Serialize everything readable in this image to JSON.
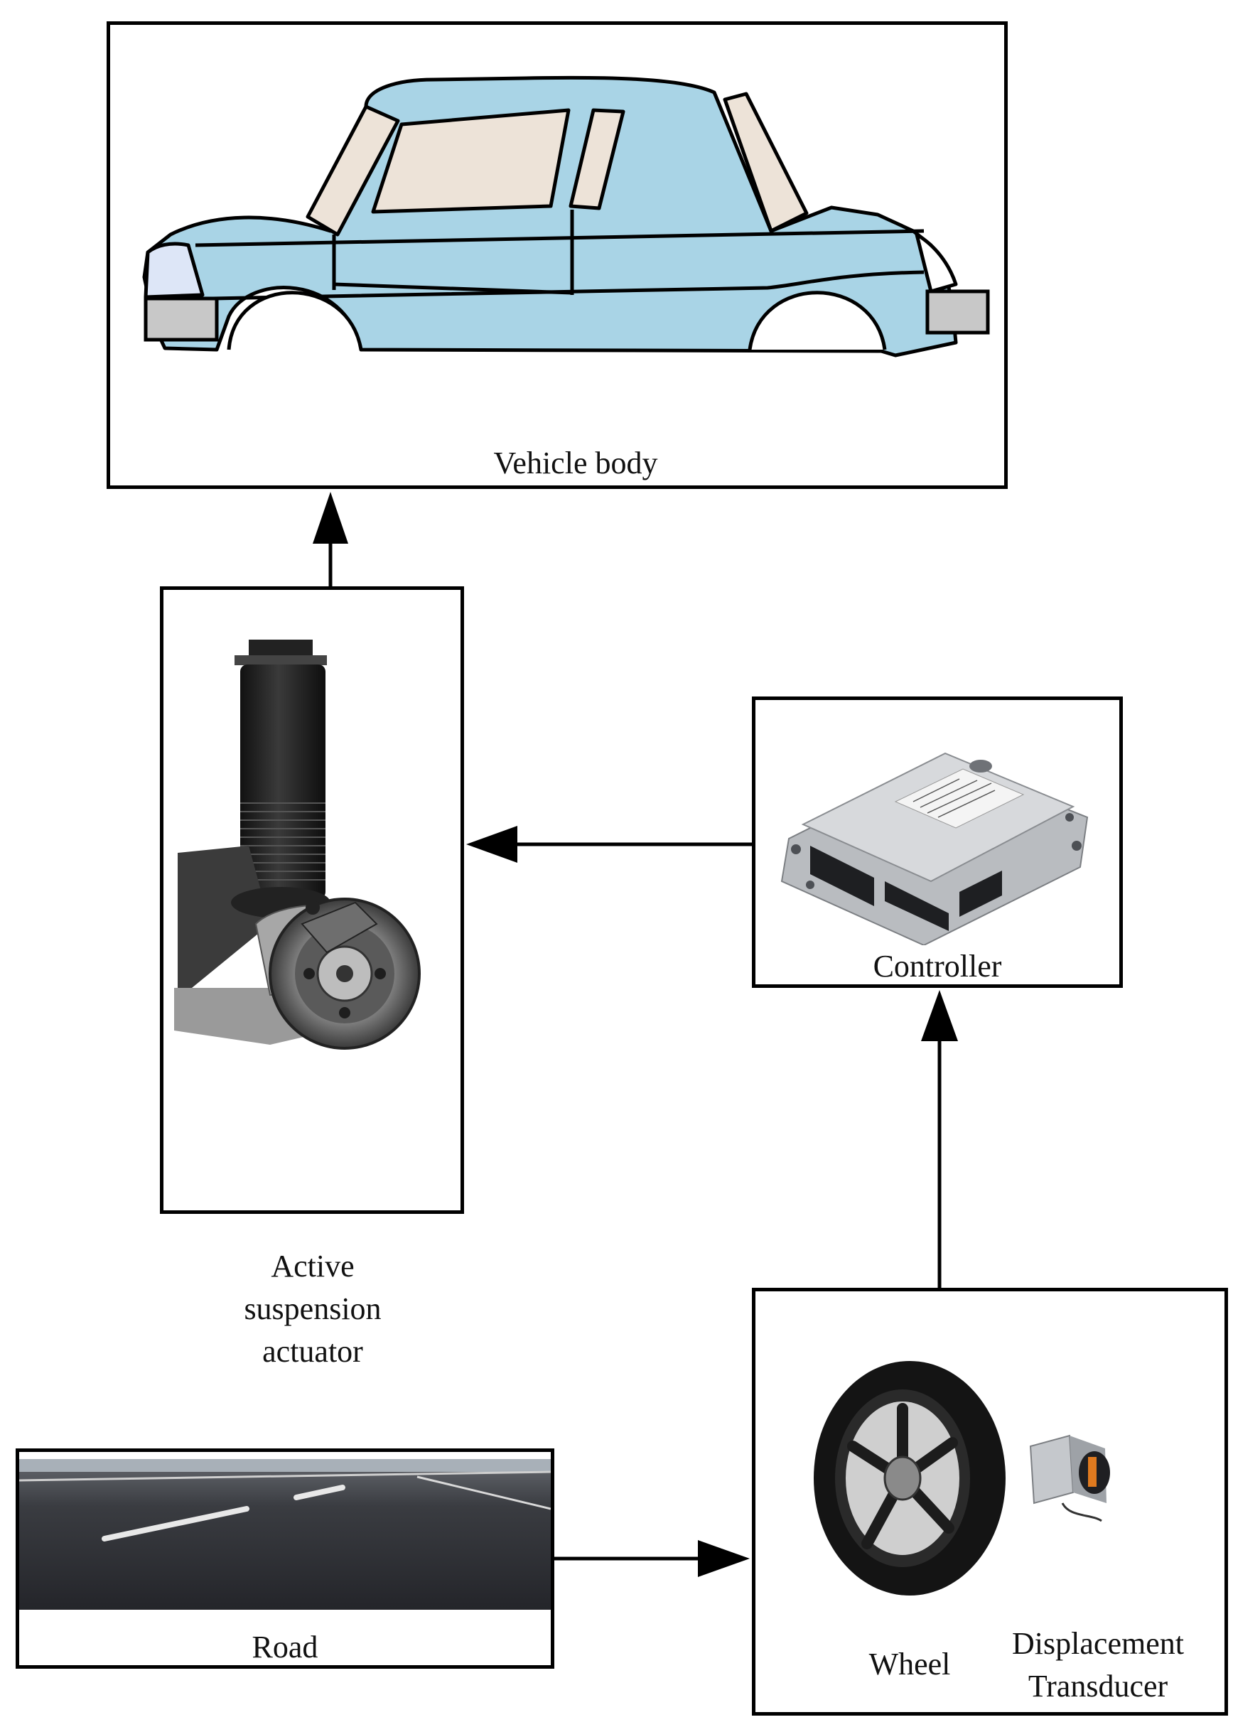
{
  "labels": {
    "vehicle_body": "Vehicle body",
    "actuator_line1": "Active",
    "actuator_line2": "suspension",
    "actuator_line3": "actuator",
    "controller": "Controller",
    "road": "Road",
    "wheel": "Wheel",
    "transducer_line1": "Displacement",
    "transducer_line2": "Transducer"
  },
  "colors": {
    "car_body": "#a9d4e6",
    "car_window": "#ede3d8",
    "car_lamp_front": "#dde6f7",
    "car_bumper": "#c8c8c8",
    "asphalt": "#2e2f33",
    "lane_marking": "#e8e8e8"
  },
  "icons": [
    "car-illustration",
    "suspension-actuator-image",
    "ecu-controller-image",
    "road-image",
    "tire-image",
    "displacement-transducer-image"
  ]
}
